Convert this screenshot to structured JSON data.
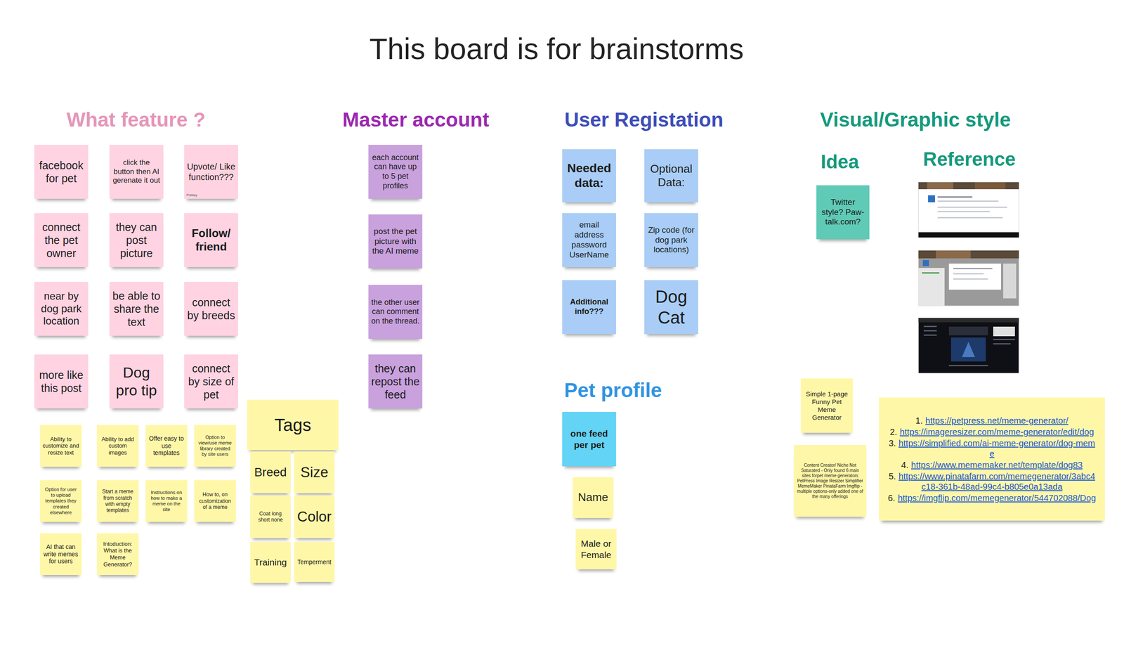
{
  "diagram": {
    "title": "This board is for brainstorms",
    "nodes": [
      {
        "text": [
          "facebook for pet"
        ]
      },
      {
        "text": [
          "click the button then AI gerenate it out"
        ]
      },
      {
        "text": [
          "Upvote/ Like function???",
          "Potday"
        ]
      },
      {
        "text": [
          "connect the pet owner"
        ]
      },
      {
        "text": [
          "they can post picture"
        ]
      },
      {
        "text": [
          "Follow/ friend"
        ]
      },
      {
        "text": [
          "near by dog park location"
        ]
      },
      {
        "text": [
          "be able to share the text"
        ]
      },
      {
        "text": [
          "connect by breeds"
        ]
      },
      {
        "text": [
          "more like this post"
        ]
      },
      {
        "text": [
          "Dog pro tip"
        ]
      },
      {
        "text": [
          "connect by size of pet"
        ]
      },
      {
        "text": [
          "Ability to customize and resize text"
        ]
      },
      {
        "text": [
          "Ability to add custom images"
        ]
      },
      {
        "text": [
          "Offer easy to use templates"
        ]
      },
      {
        "text": [
          "Option to view/use meme library created by site users"
        ]
      },
      {
        "text": [
          "Option for user to upload templates they created elsewhere"
        ]
      },
      {
        "text": [
          "Start a meme from scratch with empty templates"
        ]
      },
      {
        "text": [
          "Instructions on how to make a meme on the site"
        ]
      },
      {
        "text": [
          "How to, on customization of a meme"
        ]
      },
      {
        "text": [
          "AI that can write memes for users"
        ]
      },
      {
        "text": [
          "Intoduction: What is the Meme Generator?"
        ]
      },
      {
        "text": [
          "Tags"
        ]
      },
      {
        "text": [
          "Breed"
        ]
      },
      {
        "text": [
          "Size"
        ]
      },
      {
        "text": [
          "Coat long short none"
        ]
      },
      {
        "text": [
          "Color"
        ]
      },
      {
        "text": [
          "Training"
        ]
      },
      {
        "text": [
          "Temperment"
        ]
      },
      {
        "text": [
          "each account can have up to 5 pet profiles"
        ]
      },
      {
        "text": [
          "post the pet picture with the AI meme"
        ]
      },
      {
        "text": [
          "the other user can comment on the thread."
        ]
      },
      {
        "text": [
          "they can repost the feed"
        ]
      },
      {
        "text": [
          "Needed data:"
        ]
      },
      {
        "text": [
          "Optional Data:"
        ]
      },
      {
        "text": [
          "email address password UserName"
        ]
      },
      {
        "text": [
          "Zip code (for dog park locations)"
        ]
      },
      {
        "text": [
          "Additional info???"
        ]
      },
      {
        "text": [
          "Dog Cat"
        ]
      },
      {
        "text": [
          "one feed per pet"
        ]
      },
      {
        "text": [
          "Name"
        ]
      },
      {
        "text": [
          "Male or Female"
        ]
      },
      {
        "text": [
          "Twitter style? Paw-talk.com?"
        ]
      },
      {
        "text": [
          "Simple 1-page Funny Pet Meme Generator"
        ]
      },
      {
        "text": [
          "Content Creator/ Niche Not Saturated - Only found 6 main sites forpet meme generators PetPress Image Resizer Simplifier MemeMaker PinataFarm Imgflip - multiple options-only added one of the many offerings"
        ]
      },
      {
        "text": [
          "1.",
          "https://petpress.net/meme-generator/",
          "2.",
          "https://imageresizer.com/meme-generator/edit/dog",
          "3.",
          "https://simplified.com/ai-meme-generator/dog-meme",
          "4.",
          "https://www.mememaker.net/template/dog83",
          "5.",
          "https://www.pinatafarm.com/memegenerator/3abc4c18-361b-48ad-99c4-b805e0a13ada",
          "6.",
          "https://imgflip.com/memegenerator/544702088/Dog"
        ]
      }
    ],
    "labels": [
      "What feature ?",
      "Master account",
      "User Registation",
      "Visual/Graphic style",
      "Idea",
      "Reference",
      "Pet profile"
    ]
  }
}
